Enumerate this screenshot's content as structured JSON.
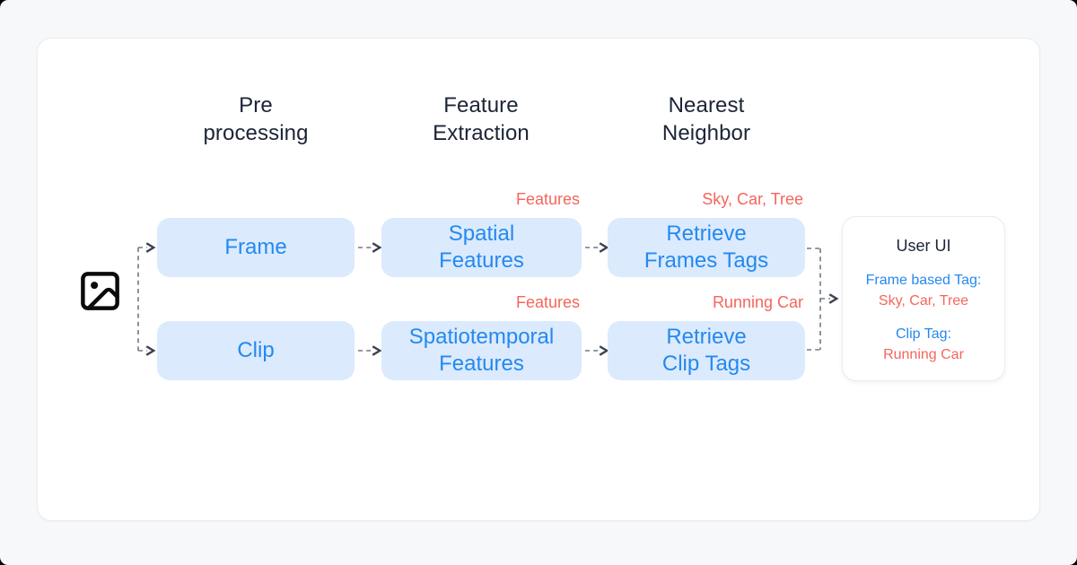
{
  "colors": {
    "page_bg": "#f7f8fa",
    "card_bg": "#ffffff",
    "card_border": "#e9ebef",
    "heading_text": "#1c2436",
    "box_fill": "#dbeafd",
    "blue_text": "#2489f0",
    "red_text": "#f5655c",
    "dash": "#717885",
    "arrow": "#3c4350",
    "icon": "#0b0b0e"
  },
  "columns": [
    {
      "line1": "Pre",
      "line2": "processing"
    },
    {
      "line1": "Feature",
      "line2": "Extraction"
    },
    {
      "line1": "Nearest",
      "line2": "Neighbor"
    }
  ],
  "icons": {
    "input": "image-icon"
  },
  "rows": [
    {
      "name": "frame-pipeline",
      "boxes": [
        {
          "line1": "Frame",
          "line2": "",
          "annotation": ""
        },
        {
          "line1": "Spatial",
          "line2": "Features",
          "annotation": "Features"
        },
        {
          "line1": "Retrieve",
          "line2": "Frames Tags",
          "annotation": "Sky, Car, Tree"
        }
      ]
    },
    {
      "name": "clip-pipeline",
      "boxes": [
        {
          "line1": "Clip",
          "line2": "",
          "annotation": ""
        },
        {
          "line1": "Spatiotemporal",
          "line2": "Features",
          "annotation": "Features"
        },
        {
          "line1": "Retrieve",
          "line2": "Clip Tags",
          "annotation": "Running Car"
        }
      ]
    }
  ],
  "user_ui": {
    "title": "User UI",
    "entries": [
      {
        "label": "Frame based Tag:",
        "value": "Sky, Car, Tree"
      },
      {
        "label": "Clip Tag:",
        "value": "Running Car"
      }
    ]
  }
}
